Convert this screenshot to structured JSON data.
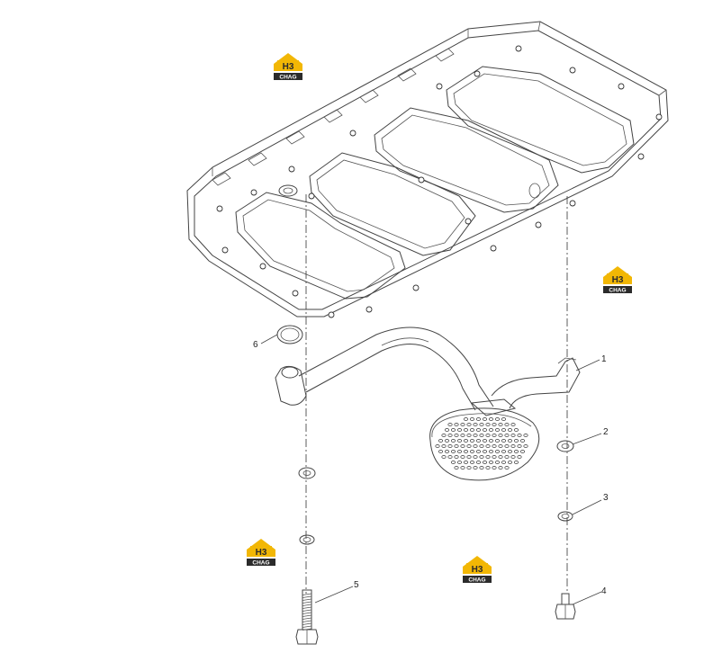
{
  "callouts": [
    {
      "id": "1",
      "label": "1"
    },
    {
      "id": "2",
      "label": "2"
    },
    {
      "id": "3",
      "label": "3"
    },
    {
      "id": "4",
      "label": "4"
    },
    {
      "id": "5",
      "label": "5"
    },
    {
      "id": "6",
      "label": "6"
    }
  ],
  "logo": {
    "mark": "H3",
    "text": "CHAG",
    "color_yellow": "#f2b705",
    "color_dark": "#2b2b2b"
  },
  "colors": {
    "line": "#444444",
    "background": "#ffffff"
  }
}
